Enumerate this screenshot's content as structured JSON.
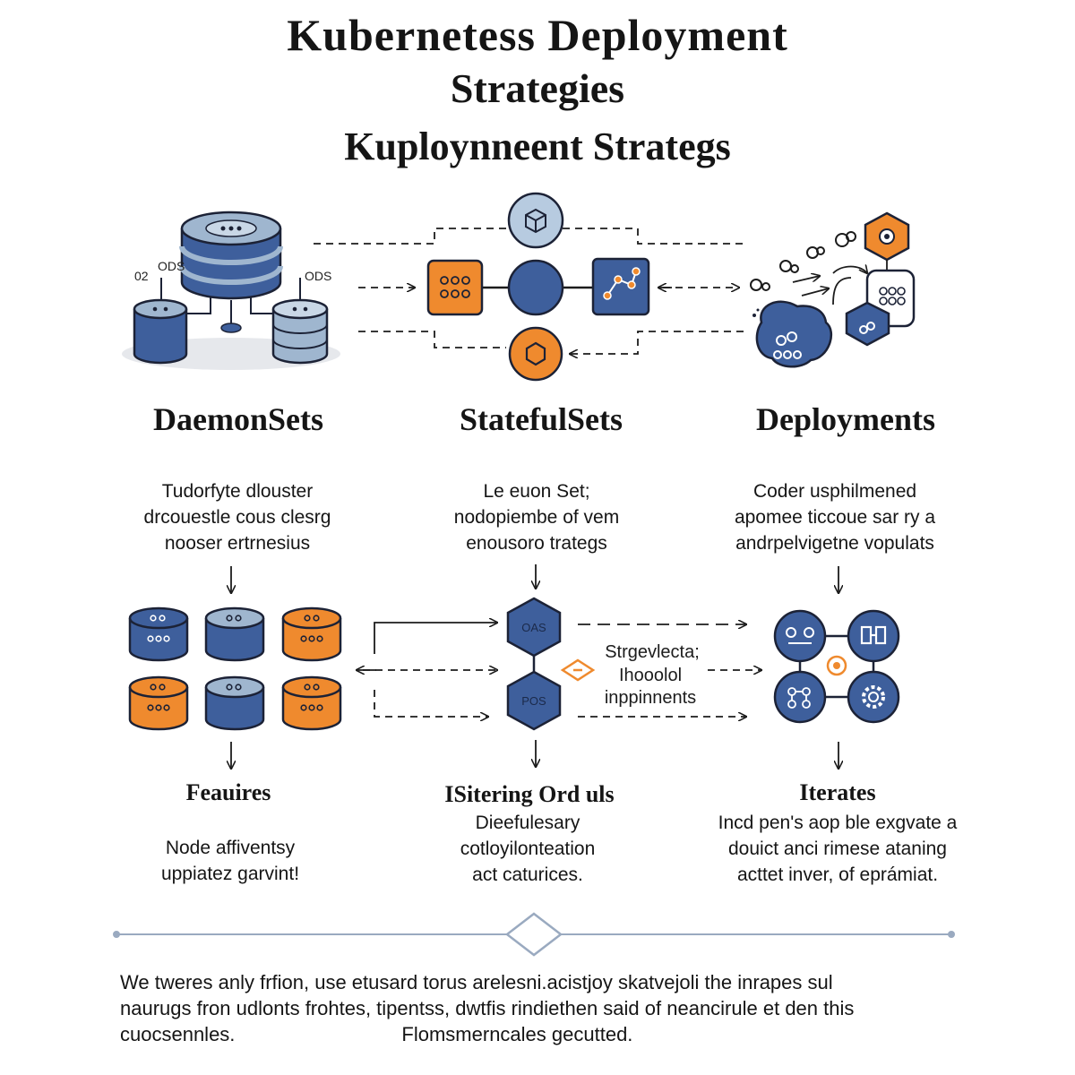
{
  "title": {
    "line1": "Kubernetess  Deployment",
    "line2": "Strategies",
    "line3": "Kuploynneent  Strategs"
  },
  "colors": {
    "blue": "#3e5f9c",
    "light_blue": "#9fb6cf",
    "orange": "#ef8a2e",
    "dark": "#1c2236",
    "divider": "#9aaac0"
  },
  "top_diagram": {
    "left_labels": [
      "02",
      "ODS",
      "ODS"
    ],
    "hex_labels": [
      "OAS",
      "POS"
    ]
  },
  "columns": [
    {
      "heading": "DaemonSets",
      "description": [
        "Tudorfyte  dlouster",
        "drcouestle cous clesrg",
        "nooser ertrnesius"
      ],
      "subheading": "Feauires",
      "details": [
        "Node affiventsy",
        "uppiatez garvint!"
      ]
    },
    {
      "heading": "StatefulSets",
      "description": [
        "Le euon Set;",
        "nodopiembe of vem",
        "enousoro trategs"
      ],
      "subheading": "ISitering Ord uls",
      "details": [
        "Dieefulesary",
        "cotloyilonteation",
        "act caturices."
      ]
    },
    {
      "heading": "Deployments",
      "description": [
        "Coder usphilmened",
        "apomee ticcoue sar ry a",
        "andrpelvigetne vopulats"
      ],
      "subheading": "Iterates",
      "details": [
        "Incd pen's aop ble exgvate a",
        "douict anci rimese ataning",
        "acttet inver, of eprámiat."
      ]
    }
  ],
  "middle_note": [
    "Strgevlecta;",
    "Ihooolol",
    "inppinnents"
  ],
  "footer": {
    "line1": "We tweres anly frfion, use etusard torus arelesni.acistjoy skatvejoli the inrapes sul",
    "line2": "naurugs fron udlonts frohtes, tipentss, dwtfis rindiethen said of neancirule et den this",
    "line3_left": "cuocsennles.",
    "line3_right": "Flomsmerncales gecutted."
  }
}
